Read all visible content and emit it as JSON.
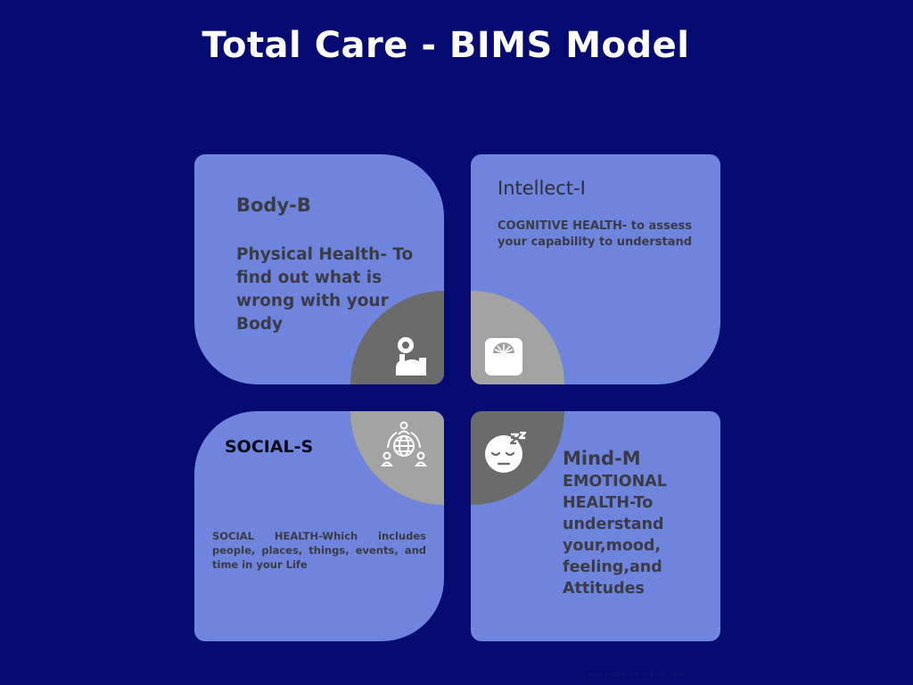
{
  "title": "Total Care - BIMS Model",
  "tiles": {
    "body": {
      "heading": "Body-B",
      "description": "Physical Health- To find out what is wrong with your Body",
      "icon": "flexed-arm-icon"
    },
    "intellect": {
      "heading": "Intellect-I",
      "description": "COGNITIVE HEALTH- to assess your capability to understand",
      "icon": "scale-icon"
    },
    "social": {
      "heading": "SOCIAL-S",
      "description": "SOCIAL HEALTH-Which includes people, places, things, events, and time in your Life",
      "icon": "global-network-icon"
    },
    "mind": {
      "heading": "Mind-M",
      "description": "EMOTIONAL HEALTH-To understand your,mood, feeling,and Attitudes",
      "icon": "sleeping-face-icon"
    }
  },
  "footer_note": "Add a little bit of body text",
  "colors": {
    "background": "#060b72",
    "tile": "#6f84dc",
    "quarter_dark": "#6b6b6b",
    "quarter_light": "#a3a3a3"
  }
}
